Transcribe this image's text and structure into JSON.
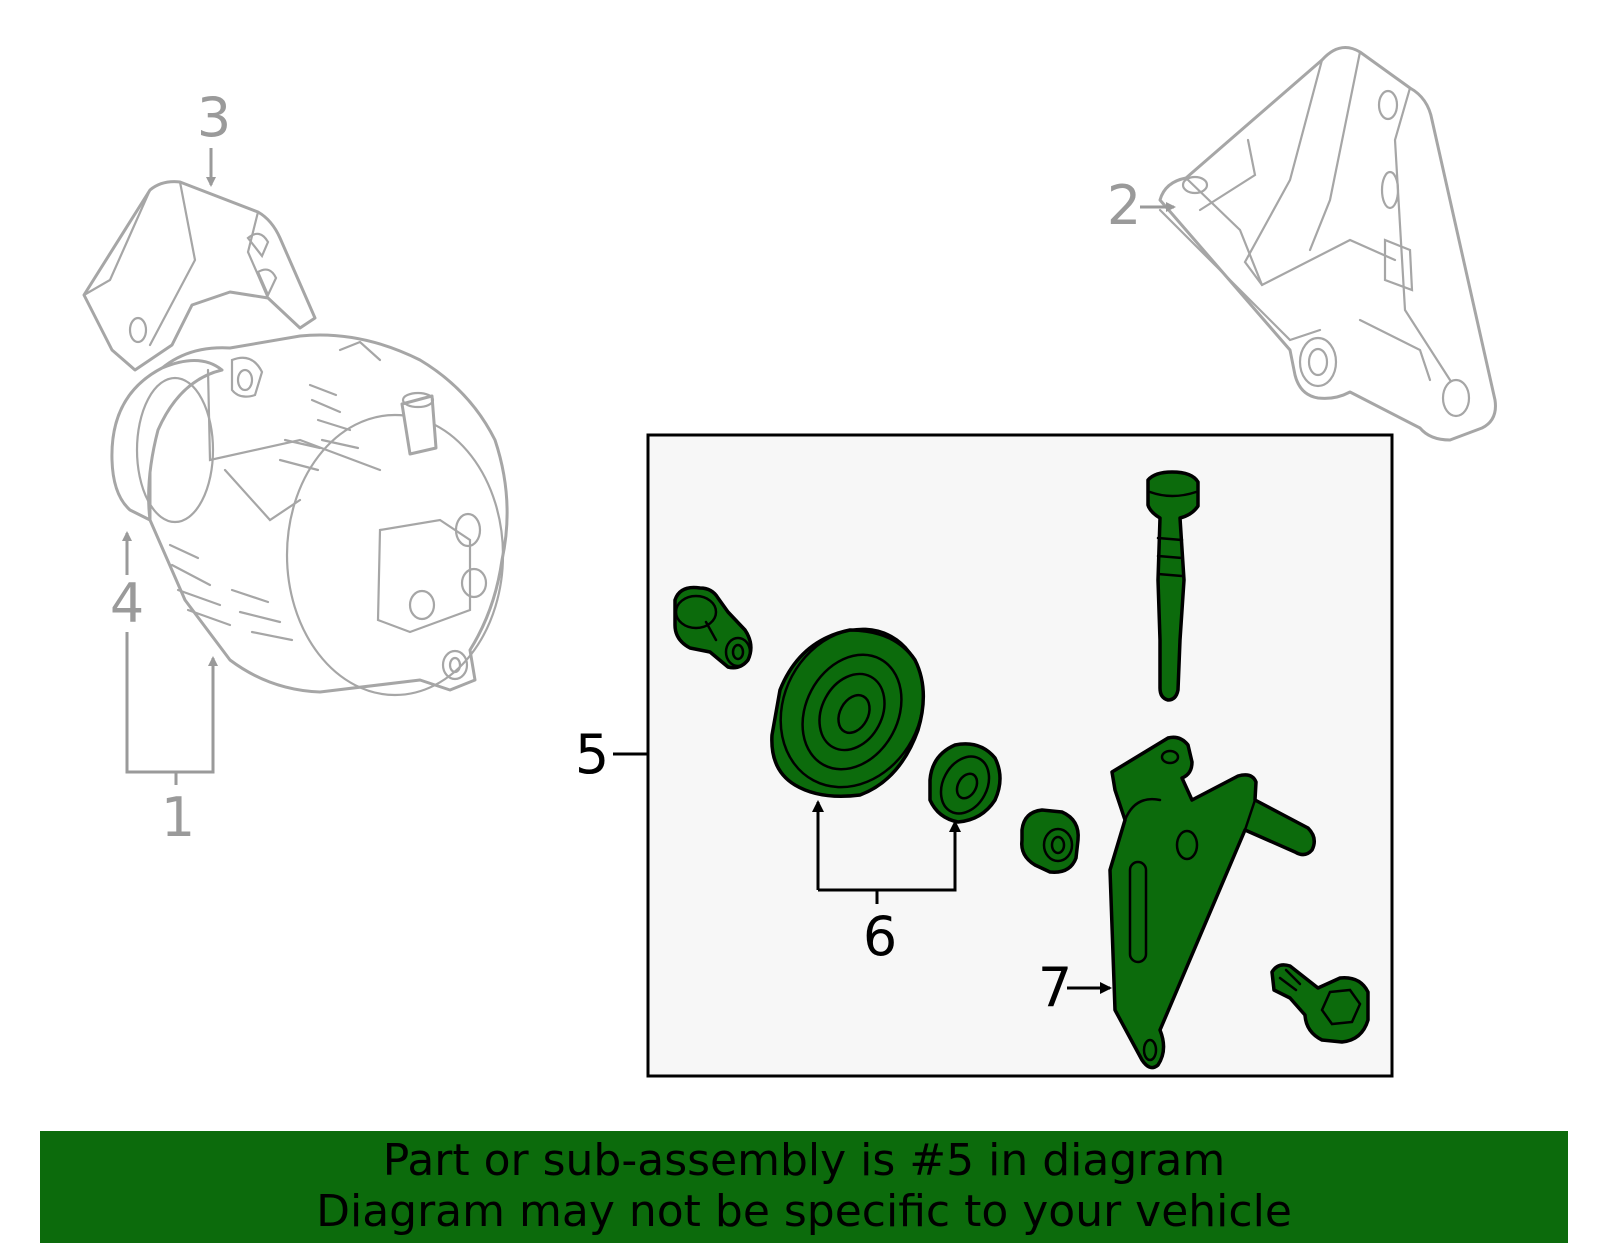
{
  "callouts": {
    "c1": "1",
    "c2": "2",
    "c3": "3",
    "c4": "4",
    "c5": "5",
    "c6": "6",
    "c7": "7"
  },
  "highlight_color": "#0c6b0c",
  "banner": {
    "line1": "Part or sub-assembly is #5 in diagram",
    "line2": "Diagram may not be specific to your vehicle"
  }
}
